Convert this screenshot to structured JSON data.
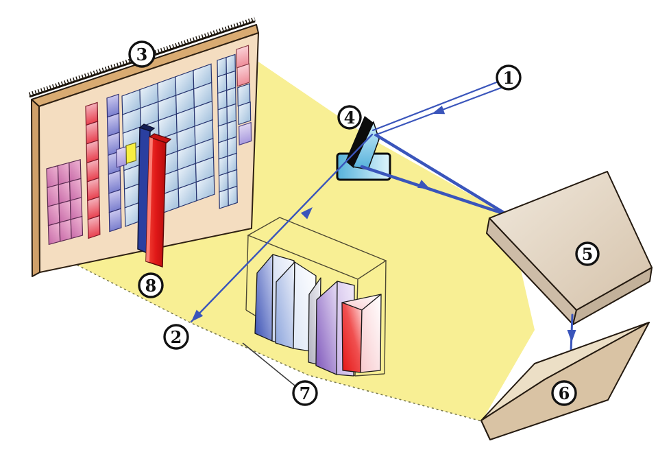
{
  "diagram": {
    "title": "spectrometer-schematic",
    "callouts": [
      "1",
      "2",
      "3",
      "4",
      "5",
      "6",
      "7",
      "8"
    ]
  },
  "palette": {
    "background": "#ffffff",
    "fan_yellow": "#f8ef94",
    "beam_blue": "#3a55bb",
    "board_face": "#f4ddc0",
    "board_edge": "#d9ab72",
    "slab_top": "#e9ddcc",
    "slab_front": "#d9c3a4",
    "mirror_blue": "#5ab2dc",
    "bar_red": "#e02020",
    "bar_blue": "#2a3fa0",
    "selected_cell_yellow": "#f8ef42",
    "grid_blue": "#aac6e0",
    "column_red": "#e8525f",
    "column_violet": "#8388cc",
    "block_pink": "#d077b3"
  }
}
